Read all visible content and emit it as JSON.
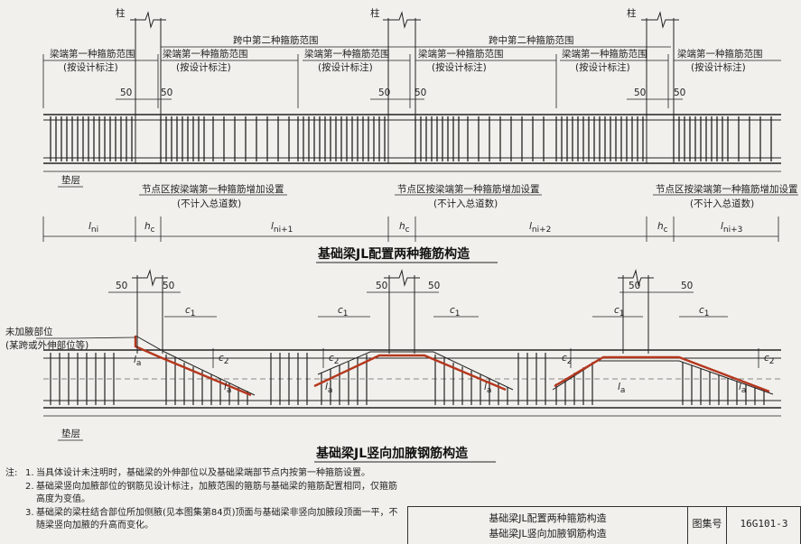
{
  "column_label": "柱",
  "end_range_label": "梁端第一种箍筋范围",
  "mid_range_label": "跨中第二种箍筋范围",
  "by_design_label": "(按设计标注)",
  "dim_50": "50",
  "cushion_label": "垫层",
  "node_zone_label": "节点区按梁端第一种箍筋增加设置",
  "not_counted_label": "(不计入总道数)",
  "span_labels": [
    "l",
    "h",
    "l",
    "h",
    "l",
    "h",
    "l"
  ],
  "span_subs": [
    "ni",
    "c",
    "ni+1",
    "c",
    "ni+2",
    "c",
    "ni+3"
  ],
  "title1": "基础梁JL配置两种箍筋构造",
  "no_haunch_label": "未加腋部位",
  "no_haunch_sub": "(某跨或外伸部位等)",
  "c1": "c",
  "c1_sub": "1",
  "c2": "c",
  "c2_sub": "2",
  "la": "l",
  "la_sub": "a",
  "title2": "基础梁JL竖向加腋钢筋构造",
  "notes_lead": "注:",
  "notes": [
    {
      "num": "1.",
      "text": "当具体设计未注明时，基础梁的外伸部位以及基础梁端部节点内按第一种箍筋设置。"
    },
    {
      "num": "2.",
      "text": "基础梁竖向加腋部位的钢筋见设计标注，加腋范围的箍筋与基础梁的箍筋配置相同，仅箍筋高度为变值。"
    },
    {
      "num": "3.",
      "text": "基础梁的梁柱结合部位所加侧腋(见本图集第84页)顶面与基础梁非竖向加腋段顶面一平，不随梁竖向加腋的升高而变化。"
    }
  ],
  "title_block": {
    "name1": "基础梁JL配置两种箍筋构造",
    "name2": "基础梁JL竖向加腋钢筋构造",
    "label": "图集号",
    "code": "16G101-3"
  },
  "colors": {
    "ink": "#222222",
    "rebar_red": "#b5371e",
    "paper": "#f1f0ec"
  }
}
